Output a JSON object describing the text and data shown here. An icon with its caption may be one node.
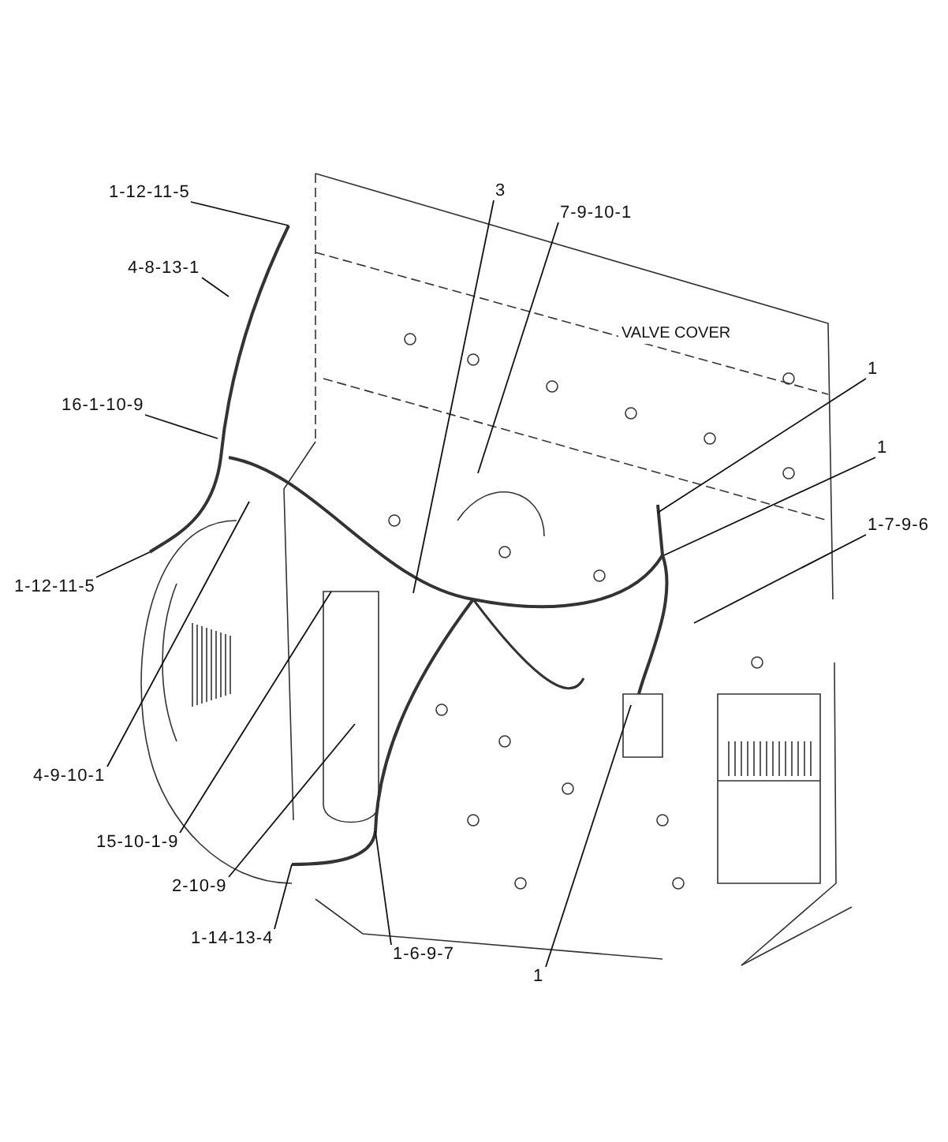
{
  "diagram": {
    "nodes": [
      {
        "text": [
          "1-12-11-5"
        ]
      },
      {
        "text": [
          "4-8-13-1"
        ]
      },
      {
        "text": [
          "16-1-10-9"
        ]
      },
      {
        "text": [
          "1-12-11-5"
        ]
      },
      {
        "text": [
          "4-9-10-1"
        ]
      },
      {
        "text": [
          "15-10-1-9"
        ]
      },
      {
        "text": [
          "2-10-9"
        ]
      },
      {
        "text": [
          "1-14-13-4"
        ]
      },
      {
        "text": [
          "1-6-9-7"
        ]
      },
      {
        "text": [
          "1"
        ]
      },
      {
        "text": [
          "3"
        ]
      },
      {
        "text": [
          "7-9-10-1"
        ]
      },
      {
        "text": [
          "1"
        ]
      },
      {
        "text": [
          "1"
        ]
      },
      {
        "text": [
          "1-7-9-6"
        ]
      }
    ],
    "edges": [
      {
        "from": 0,
        "to": null,
        "arrow": "none"
      },
      {
        "from": 1,
        "to": null,
        "arrow": "none"
      },
      {
        "from": 2,
        "to": null,
        "arrow": "none"
      },
      {
        "from": 3,
        "to": null,
        "arrow": "none"
      },
      {
        "from": 4,
        "to": null,
        "arrow": "none"
      },
      {
        "from": 5,
        "to": null,
        "arrow": "none"
      },
      {
        "from": 6,
        "to": null,
        "arrow": "none"
      },
      {
        "from": 7,
        "to": null,
        "arrow": "none"
      },
      {
        "from": 8,
        "to": null,
        "arrow": "none"
      },
      {
        "from": 9,
        "to": null,
        "arrow": "none"
      },
      {
        "from": 10,
        "to": null,
        "arrow": "none"
      },
      {
        "from": 11,
        "to": null,
        "arrow": "none"
      },
      {
        "from": 12,
        "to": null,
        "arrow": "none"
      },
      {
        "from": 13,
        "to": null,
        "arrow": "none"
      },
      {
        "from": 14,
        "to": null,
        "arrow": "none"
      }
    ],
    "labels": [
      "VALVE COVER"
    ]
  }
}
